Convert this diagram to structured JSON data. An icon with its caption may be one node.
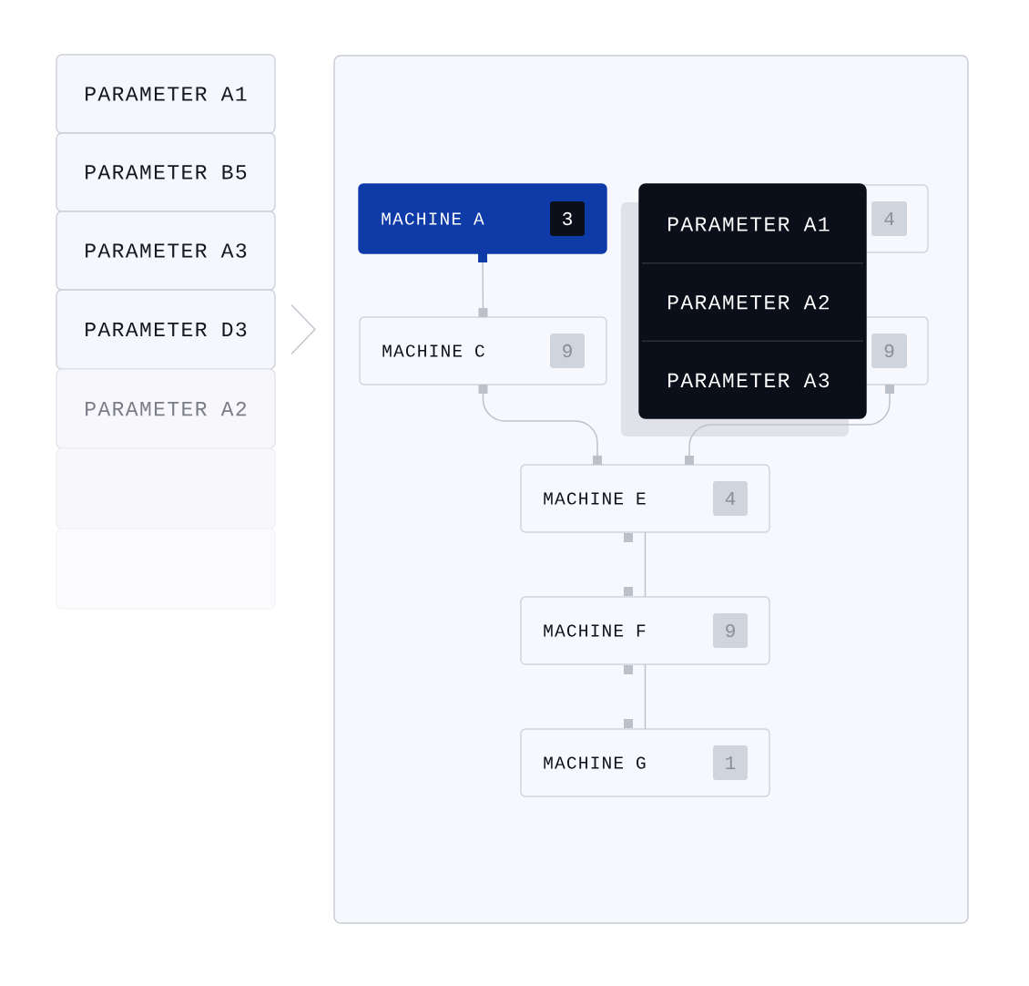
{
  "diagram": {
    "nodes": [
      {
        "text": [
          "PARAMETER A1"
        ]
      },
      {
        "text": [
          "PARAMETER B5"
        ]
      },
      {
        "text": [
          "PARAMETER A3"
        ]
      },
      {
        "text": [
          "PARAMETER D3"
        ]
      },
      {
        "text": [
          "PARAMETER A2"
        ]
      },
      {
        "text": [],
        "shape": "box"
      },
      {
        "text": [],
        "shape": "box"
      },
      {
        "text": [],
        "shape": "box"
      },
      {
        "text": [
          "MACHINE A",
          "3"
        ],
        "in": 7
      },
      {
        "text": [
          "4"
        ],
        "in": 7
      },
      {
        "text": [
          "MACHINE C",
          "9"
        ],
        "in": 7
      },
      {
        "text": [
          "9"
        ],
        "in": 7
      },
      {
        "text": [
          "PARAMETER A1",
          "PARAMETER A2",
          "PARAMETER A3"
        ],
        "in": 7
      },
      {
        "text": [
          "MACHINE E",
          "4"
        ],
        "in": 7
      },
      {
        "text": [
          "MACHINE F",
          "9"
        ],
        "in": 7
      },
      {
        "text": [
          "MACHINE G",
          "1"
        ],
        "in": 7
      }
    ],
    "edges": [
      {
        "from": 3,
        "to": 7,
        "arrow": "to"
      },
      {
        "from": 8,
        "to": 10,
        "arrow": "other"
      },
      {
        "from": 10,
        "to": 13,
        "arrow": "other"
      },
      {
        "from": 11,
        "to": 13,
        "arrow": "other"
      },
      {
        "from": 13,
        "to": 14,
        "arrow": "none"
      },
      {
        "from": 14,
        "to": 15,
        "arrow": "none"
      }
    ]
  }
}
